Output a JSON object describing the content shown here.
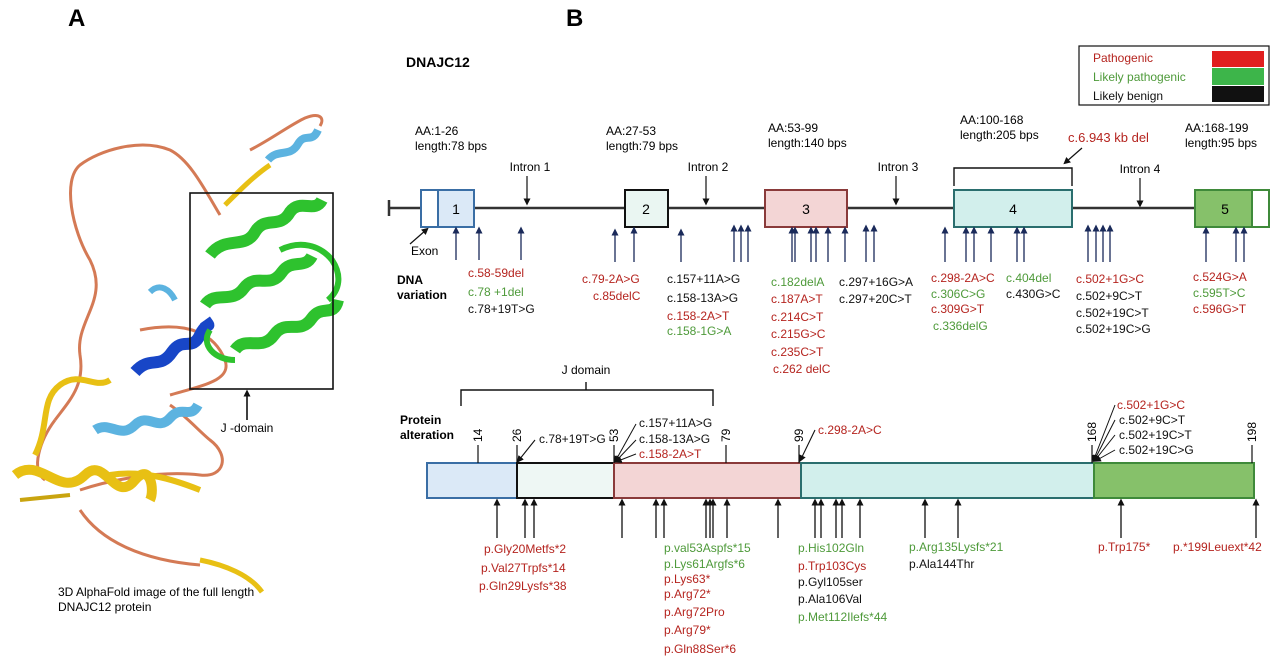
{
  "panels": {
    "a": "A",
    "b": "B"
  },
  "protein_caption": [
    "3D AlphaFold image of the full length",
    "DNAJC12 protein"
  ],
  "jdomain_caption": "J -domain",
  "gene_title": "DNAJC12",
  "legend": {
    "items": [
      {
        "label": "Pathogenic",
        "color": "#b5241f",
        "swatch": "#e01f1f"
      },
      {
        "label": "Likely pathogenic",
        "color": "#4e9a3a",
        "swatch": "#3db54a"
      },
      {
        "label": "Likely benign",
        "color": "#111111",
        "swatch": "#111111"
      }
    ]
  },
  "exons": [
    {
      "label": "1",
      "aa": "AA:1-26",
      "length": "length:78 bps"
    },
    {
      "label": "2",
      "aa": "AA:27-53",
      "length": "length:79 bps"
    },
    {
      "label": "3",
      "aa": "AA:53-99",
      "length": "length:140 bps"
    },
    {
      "label": "4",
      "aa": "AA:100-168",
      "length": "length:205 bps"
    },
    {
      "label": "5",
      "aa": "AA:168-199",
      "length": "length:95 bps"
    }
  ],
  "introns": [
    "Intron 1",
    "Intron 2",
    "Intron 3",
    "Intron 4"
  ],
  "exon_pointer": "Exon",
  "big_deletion": "c.6.943 kb del",
  "dna_label": [
    "DNA",
    "variation"
  ],
  "dna_variants": {
    "g1": [
      {
        "text": "c.58-59del",
        "cls": "red"
      },
      {
        "text": "c.78 +1del",
        "cls": "green"
      },
      {
        "text": "c.78+19T>G",
        "cls": "black"
      }
    ],
    "g2": [
      {
        "text": "c.79-2A>G",
        "cls": "red"
      },
      {
        "text": "c.85delC",
        "cls": "red"
      }
    ],
    "g3": [
      {
        "text": "c.157+11A>G",
        "cls": "black"
      },
      {
        "text": "c.158-13A>G",
        "cls": "black"
      },
      {
        "text": "c.158-2A>T",
        "cls": "red"
      },
      {
        "text": "c.158-1G>A",
        "cls": "green"
      }
    ],
    "g4": [
      {
        "text": "c.182delA",
        "cls": "green"
      },
      {
        "text": "c.187A>T",
        "cls": "red"
      },
      {
        "text": "c.214C>T",
        "cls": "red"
      },
      {
        "text": "c.215G>C",
        "cls": "red"
      },
      {
        "text": "c.235C>T",
        "cls": "red"
      },
      {
        "text": "c.262 delC",
        "cls": "red"
      }
    ],
    "g5": [
      {
        "text": "c.297+16G>A",
        "cls": "black"
      },
      {
        "text": "c.297+20C>T",
        "cls": "black"
      }
    ],
    "g6": [
      {
        "text": "c.298-2A>C",
        "cls": "red"
      },
      {
        "text": "c.306C>G",
        "cls": "green"
      },
      {
        "text": "c.309G>T",
        "cls": "red"
      },
      {
        "text": "c.336delG",
        "cls": "green"
      }
    ],
    "g7": [
      {
        "text": "c.404del",
        "cls": "green"
      },
      {
        "text": "c.430G>C",
        "cls": "black"
      }
    ],
    "g8": [
      {
        "text": "c.502+1G>C",
        "cls": "red"
      },
      {
        "text": "c.502+9C>T",
        "cls": "black"
      },
      {
        "text": "c.502+19C>T",
        "cls": "black"
      },
      {
        "text": "c.502+19C>G",
        "cls": "black"
      }
    ],
    "g9": [
      {
        "text": "c.524G>A",
        "cls": "red"
      },
      {
        "text": "c.595T>C",
        "cls": "green"
      },
      {
        "text": "c.596G>T",
        "cls": "red"
      }
    ]
  },
  "protein_label": [
    "Protein",
    "alteration"
  ],
  "jdomain_bracket": "J domain",
  "protein_ticks": [
    "14",
    "26",
    "53",
    "79",
    "99",
    "168",
    "198"
  ],
  "splice_top": {
    "c78": {
      "text": "c.78+19T>G",
      "cls": "black"
    },
    "c157": [
      {
        "text": "c.157+11A>G",
        "cls": "black"
      },
      {
        "text": "c.158-13A>G",
        "cls": "black"
      },
      {
        "text": "c.158-2A>T",
        "cls": "red"
      }
    ],
    "c298": {
      "text": "c.298-2A>C",
      "cls": "red"
    },
    "c502": [
      {
        "text": "c.502+1G>C",
        "cls": "red"
      },
      {
        "text": "c.502+9C>T",
        "cls": "black"
      },
      {
        "text": "c.502+19C>T",
        "cls": "black"
      },
      {
        "text": "c.502+19C>G",
        "cls": "black"
      }
    ]
  },
  "protein_variants": {
    "p1": [
      {
        "text": "p.Gly20Metfs*2",
        "cls": "red"
      },
      {
        "text": "p.Val27Trpfs*14",
        "cls": "red"
      },
      {
        "text": "p.Gln29Lysfs*38",
        "cls": "red"
      }
    ],
    "p2": [
      {
        "text": "p.val53Aspfs*15",
        "cls": "green"
      },
      {
        "text": "p.Lys61Argfs*6",
        "cls": "green"
      },
      {
        "text": "p.Lys63*",
        "cls": "red"
      },
      {
        "text": "p.Arg72*",
        "cls": "red"
      },
      {
        "text": "p.Arg72Pro",
        "cls": "red"
      },
      {
        "text": "p.Arg79*",
        "cls": "red"
      },
      {
        "text": "p.Gln88Ser*6",
        "cls": "red"
      }
    ],
    "p3": [
      {
        "text": "p.His102Gln",
        "cls": "green"
      },
      {
        "text": "p.Trp103Cys",
        "cls": "red"
      },
      {
        "text": "p.Gyl105ser",
        "cls": "black"
      },
      {
        "text": "p.Ala106Val",
        "cls": "black"
      },
      {
        "text": "p.Met112Ilefs*44",
        "cls": "green"
      }
    ],
    "p4": [
      {
        "text": "p.Arg135Lysfs*21",
        "cls": "green"
      },
      {
        "text": "p.Ala144Thr",
        "cls": "black"
      }
    ],
    "p5": [
      {
        "text": "p.Trp175*",
        "cls": "red"
      }
    ],
    "p6": [
      {
        "text": "p.*199Leuext*42",
        "cls": "red"
      }
    ]
  }
}
